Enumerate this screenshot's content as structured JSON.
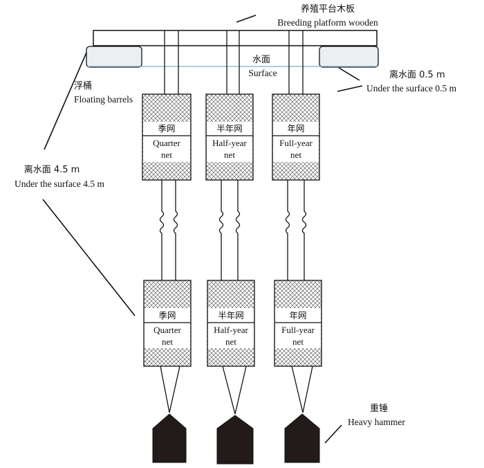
{
  "labels": {
    "platform_zh": "养殖平台木板",
    "platform_en": "Breeding platform wooden",
    "surface_zh": "水面",
    "surface_en": "Surface",
    "barrels_zh": "浮桶",
    "barrels_en": "Floating barrels",
    "under05_zh": "离水面 0.5 m",
    "under05_en": "Under the surface 0.5 m",
    "under45_zh": "离水面 4.5 m",
    "under45_en": "Under the surface 4.5 m",
    "hammer_zh": "重锤",
    "hammer_en": "Heavy hammer"
  },
  "nets": [
    {
      "zh": "季网",
      "en_line1": "Quarter",
      "en_line2": "net"
    },
    {
      "zh": "半年网",
      "en_line1": "Half-year",
      "en_line2": "net"
    },
    {
      "zh": "年网",
      "en_line1": "Full-year",
      "en_line2": "net"
    }
  ],
  "colors": {
    "line": "#111111",
    "surface": "#7fb0d0",
    "barrel_fill": "#eceff2",
    "hammer": "#231a1a"
  }
}
